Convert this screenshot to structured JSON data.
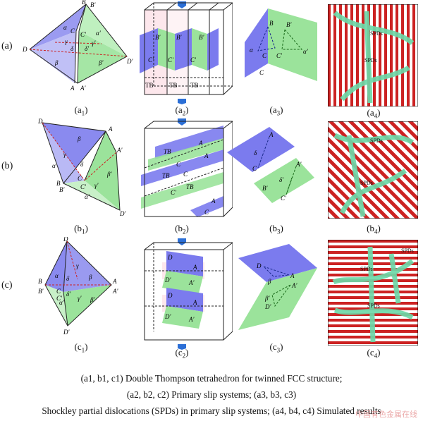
{
  "row_labels": [
    "(a)",
    "(b)",
    "(c)"
  ],
  "rows": [
    {
      "tetra": {
        "vertices": [
          "B",
          "B'",
          "C",
          "C'",
          "D",
          "D'",
          "A",
          "A'"
        ],
        "angles": [
          "α",
          "α'",
          "β",
          "β'",
          "δ",
          "δ'",
          "γ",
          "γ'"
        ]
      },
      "slip": {
        "labels": [
          "B'",
          "C'",
          "B'",
          "C'",
          "B'",
          "C'"
        ],
        "tb": [
          "TB",
          "TB",
          "TB"
        ]
      },
      "spd": {
        "labels": [
          "B",
          "B'",
          "α",
          "α'",
          "C",
          "C'",
          "C"
        ]
      },
      "sim": {
        "labels": [
          "SPDs",
          "SPDs"
        ]
      },
      "sublabels": [
        "a",
        "a",
        "a",
        "a"
      ]
    },
    {
      "tetra": {
        "vertices": [
          "D",
          "A",
          "A'",
          "B",
          "B'",
          "C",
          "C'",
          "D'"
        ],
        "angles": [
          "β",
          "γ",
          "δ",
          "α",
          "β'",
          "γ'",
          "α'"
        ]
      },
      "slip": {
        "labels": [
          "TB",
          "A",
          "C",
          "TB",
          "C",
          "A",
          "C'",
          "TB",
          "A",
          "C"
        ]
      },
      "spd": {
        "labels": [
          "A",
          "δ",
          "C",
          "A'",
          "δ'",
          "B'",
          "C'"
        ]
      },
      "sim": {
        "labels": [
          "SPDs",
          "SPDs"
        ]
      },
      "sublabels": [
        "b",
        "b",
        "b",
        "b"
      ]
    },
    {
      "tetra": {
        "vertices": [
          "D",
          "B",
          "A",
          "C",
          "B'",
          "A'",
          "C'",
          "D'"
        ],
        "angles": [
          "γ",
          "β",
          "δ",
          "α",
          "γ'",
          "δ'",
          "β'",
          "α'"
        ]
      },
      "slip": {
        "labels": [
          "D",
          "A",
          "D'",
          "A'",
          "D",
          "A",
          "D'",
          "A'"
        ]
      },
      "spd": {
        "labels": [
          "D",
          "A",
          "β",
          "A'",
          "β'",
          "D'"
        ]
      },
      "sim": {
        "labels": [
          "SPDs",
          "SPDs",
          "SPDs"
        ]
      },
      "sublabels": [
        "c",
        "c",
        "c",
        "c"
      ]
    }
  ],
  "subscripts": [
    "1",
    "2",
    "3",
    "4"
  ],
  "caption": {
    "line1": "(a1, b1, c1) Double Thompson tetrahedron for twinned FCC structure;",
    "line2": "(a2, b2, c2) Primary slip systems; (a3, b3, c3)",
    "line3": "Shockley partial dislocations (SPDs) in primary slip systems; (a4, b4, c4) Simulated results"
  },
  "watermark": "中国有色金属在线",
  "colors": {
    "blue": "#7b7bee",
    "green": "#9be39b",
    "pink": "#f6d2dc",
    "red": "#cc2222",
    "cyan": "#69d6a4"
  }
}
